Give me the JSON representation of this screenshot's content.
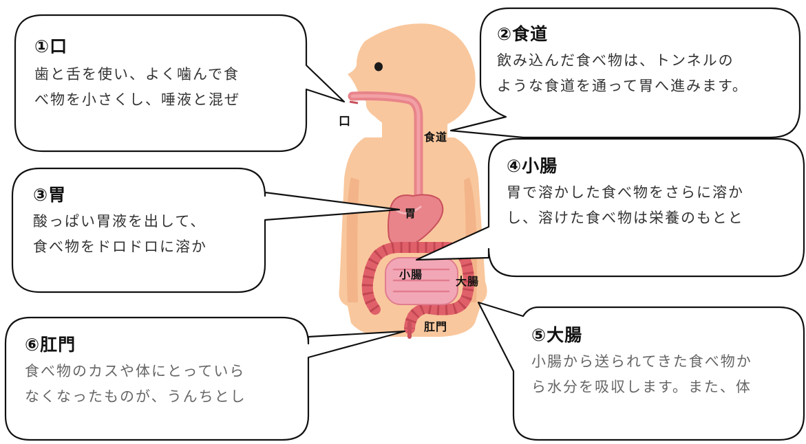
{
  "callouts": {
    "mouth": {
      "title": "①口",
      "lines": [
        "歯と舌を使い、よく噛んで食",
        "べ物を小さくし、唾液と混ぜ"
      ]
    },
    "esophagus": {
      "title": "②食道",
      "lines": [
        "飲み込んだ食べ物は、トンネルの",
        "ような食道を通って胃へ進みます。"
      ]
    },
    "stomach": {
      "title": "③胃",
      "lines": [
        "酸っぱい胃液を出して、",
        "食べ物をドロドロに溶か"
      ]
    },
    "small_intestine": {
      "title": "④小腸",
      "lines": [
        "胃で溶かした食べ物をさらに溶か",
        "し、溶けた食べ物は栄養のもとと"
      ]
    },
    "large_intestine": {
      "title": "⑤大腸",
      "lines": [
        "小腸から送られてきた食べ物か",
        "ら水分を吸収します。また、体"
      ]
    },
    "anus": {
      "title": "⑥肛門",
      "lines": [
        "食べ物のカスや体にとっていら",
        "なくなったものが、うんちとし"
      ]
    }
  },
  "organ_labels": {
    "mouth": "口",
    "esophagus": "食道",
    "stomach": "胃",
    "small_intestine": "小腸",
    "large_intestine": "大腸",
    "anus": "肛門"
  },
  "colors": {
    "skin": "#f9c79d",
    "skin_shadow": "#f3b489",
    "tract": "#e8848a",
    "tract_dark": "#c9505c",
    "intestine": "#e0606a",
    "small_intestine": "#f2a7b6",
    "bubble_border": "#111111"
  }
}
